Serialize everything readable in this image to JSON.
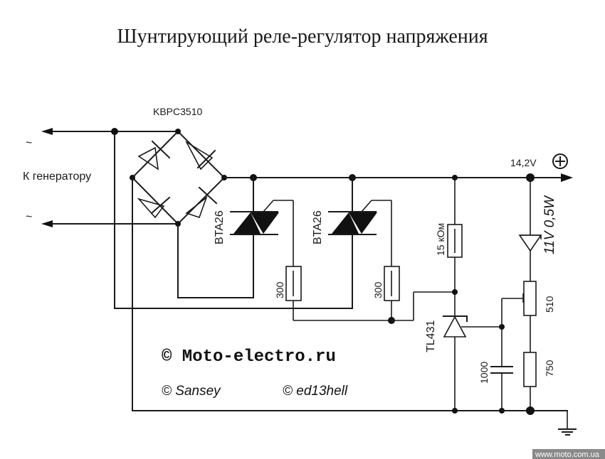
{
  "title": "Шунтирующий реле-регулятор напряжения",
  "labels": {
    "bridge": "KBPC3510",
    "generator": "К генератору",
    "ac_symbol": "~",
    "output_voltage": "14,2V",
    "plus_symbol": "+",
    "triac1": "BTA26",
    "triac2": "BTA26",
    "r_gate1": "300",
    "r_gate2": "300",
    "r_top": "15 кОм",
    "zener": "11V 0,5W",
    "pot": "510",
    "r_bottom": "750",
    "cap": "1000",
    "regulator": "TL431"
  },
  "credits": {
    "site": "© Moto-electro.ru",
    "author1": "© Sansey",
    "author2": "© ed13hell"
  },
  "watermark": "www.moto.com.ua",
  "colors": {
    "ink": "#1a1a1a",
    "background": "#ffffff",
    "watermark_bg": "#8a8a8a"
  }
}
